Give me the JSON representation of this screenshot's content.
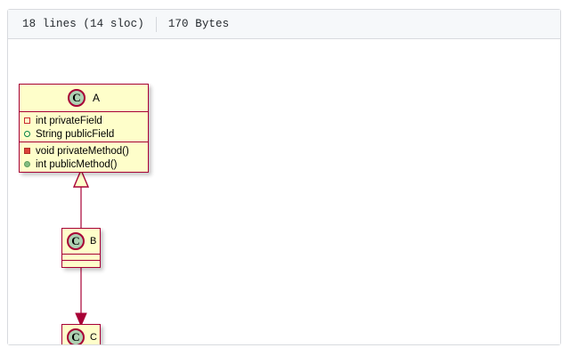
{
  "file_header": {
    "lines_label": "18 lines (14 sloc)",
    "size_label": "170 Bytes"
  },
  "diagram": {
    "type": "uml-class-diagram",
    "colors": {
      "box_fill": "#fefeca",
      "box_border": "#a80036",
      "icon_fill": "#add1b2",
      "link": "#a80036",
      "private_field": "#c82930",
      "public_field": "#038048",
      "private_method": "#db4238",
      "public_method": "#84bd82"
    },
    "classes": [
      {
        "id": "A",
        "name": "A",
        "stereotype_icon": "class-circle-c-icon",
        "fields": [
          {
            "visibility": "private",
            "icon": "private-field-icon",
            "text": "int privateField"
          },
          {
            "visibility": "public",
            "icon": "public-field-icon",
            "text": "String publicField"
          }
        ],
        "methods": [
          {
            "visibility": "private",
            "icon": "private-method-icon",
            "text": "void privateMethod()"
          },
          {
            "visibility": "public",
            "icon": "public-method-icon",
            "text": "int publicMethod()"
          }
        ]
      },
      {
        "id": "B",
        "name": "B",
        "stereotype_icon": "class-circle-c-icon",
        "fields": [],
        "methods": []
      },
      {
        "id": "C",
        "name": "C",
        "stereotype_icon": "class-circle-c-icon",
        "fields": [],
        "methods": []
      }
    ],
    "relationships": [
      {
        "from": "B",
        "to": "A",
        "type": "generalization",
        "arrow": "hollow-triangle"
      },
      {
        "from": "B",
        "to": "C",
        "type": "association",
        "arrow": "solid-arrow"
      }
    ]
  }
}
